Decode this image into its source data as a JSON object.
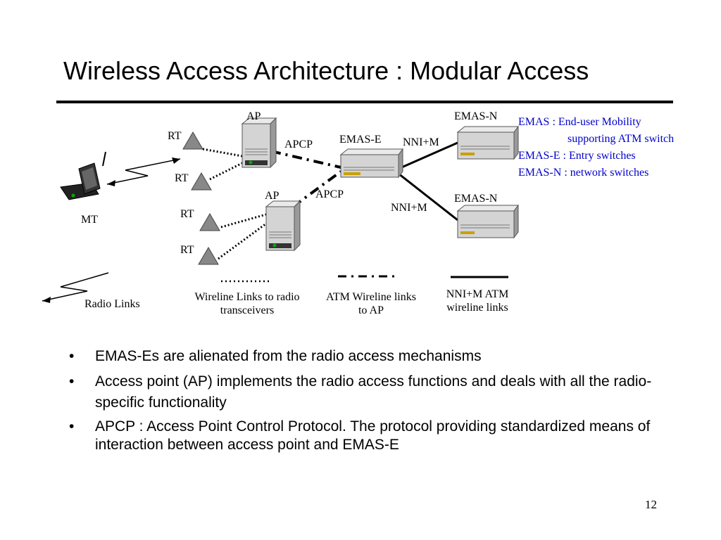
{
  "title": "Wireless Access Architecture : Modular Access",
  "diagram": {
    "ap_top": "AP",
    "ap_bottom": "AP",
    "emas_e": "EMAS-E",
    "emas_n_top": "EMAS-N",
    "emas_n_bottom": "EMAS-N",
    "rt": [
      "RT",
      "RT",
      "RT",
      "RT"
    ],
    "mt": "MT",
    "apcp_top": "APCP",
    "apcp_bottom": "APCP",
    "nni_top": "NNI+M",
    "nni_bottom": "NNI+M",
    "radio_links": "Radio Links",
    "legend_dotted": "Wireline Links to radio transceivers",
    "legend_dashdot": "ATM Wireline links to AP",
    "legend_solid": "NNI+M ATM wireline links"
  },
  "definitions": {
    "line1": "EMAS : End-user Mobility",
    "line2": "supporting ATM switch",
    "line3": "EMAS-E : Entry switches",
    "line4": "EMAS-N : network switches",
    "color": "#0000cc"
  },
  "bullets": [
    "EMAS-Es are alienated from the radio access mechanisms",
    "Access point (AP) implements the radio access functions and deals with all the radio-specific functionality",
    "APCP : Access Point Control Protocol. The protocol providing standardized means of interaction between access point and EMAS-E"
  ],
  "bullet_glyph": "•",
  "page_number": "12"
}
